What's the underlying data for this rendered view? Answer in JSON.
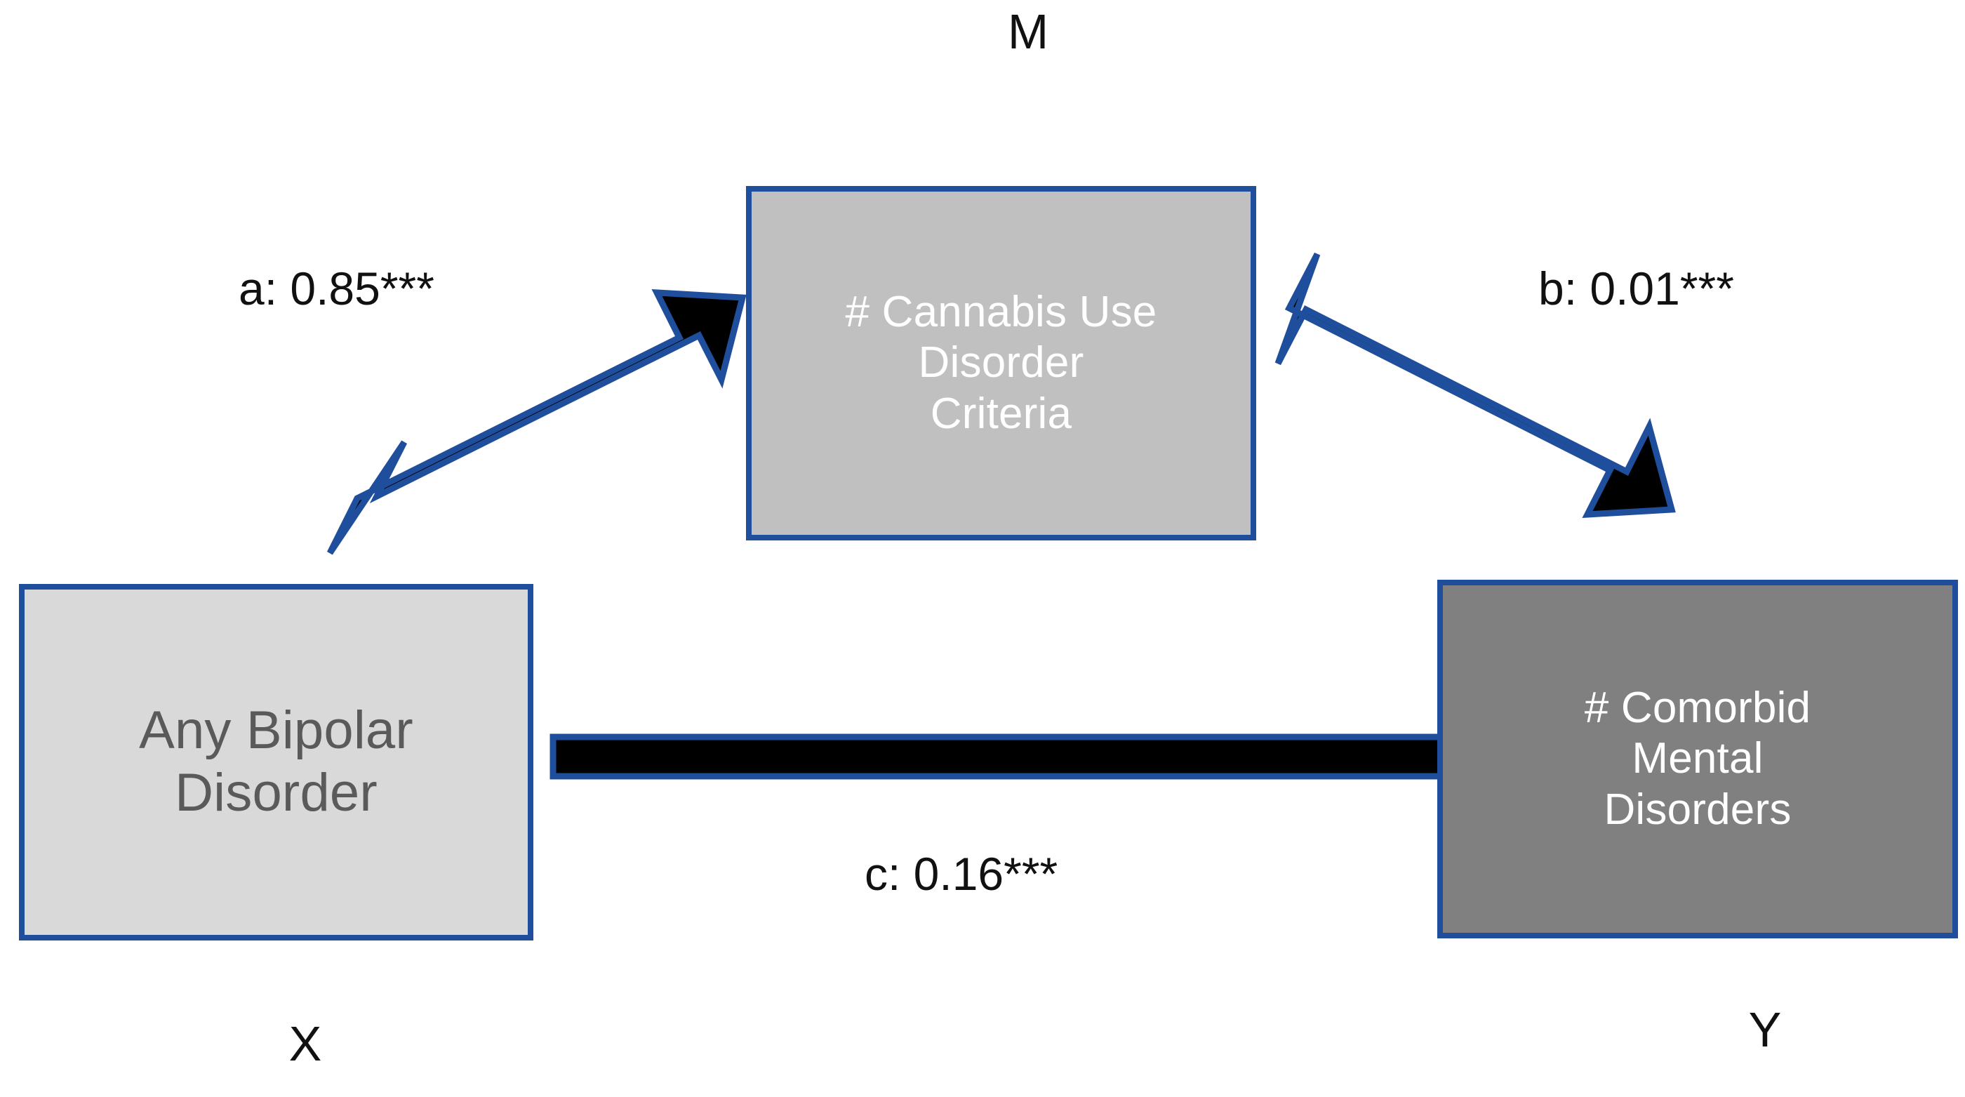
{
  "diagram": {
    "type": "mediation-path-model",
    "background_color": "#ffffff",
    "accent_color": "#1f4e9c",
    "nodes": [
      {
        "id": "x",
        "role_letter": "X",
        "label": "Any Bipolar\nDisorder",
        "fill_color": "#d9d9d9",
        "text_color": "#5a5a5a",
        "border_color": "#1f4e9c"
      },
      {
        "id": "m",
        "role_letter": "M",
        "label": "# Cannabis Use\nDisorder\nCriteria",
        "fill_color": "#c0c0c0",
        "text_color": "#ffffff",
        "border_color": "#1f4e9c"
      },
      {
        "id": "y",
        "role_letter": "Y",
        "label": "# Comorbid\nMental\nDisorders",
        "fill_color": "#808080",
        "text_color": "#ffffff",
        "border_color": "#1f4e9c"
      }
    ],
    "paths": [
      {
        "id": "a",
        "label": "a: 0.85***",
        "coefficient": 0.85,
        "significance": "***",
        "from": "x",
        "to": "m",
        "arrow_fill": "#000000",
        "arrow_outline": "#1f4e9c"
      },
      {
        "id": "b",
        "label": "b: 0.01***",
        "coefficient": 0.01,
        "significance": "***",
        "from": "m",
        "to": "y",
        "arrow_fill": "#000000",
        "arrow_outline": "#1f4e9c"
      },
      {
        "id": "c",
        "label": "c: 0.16***",
        "coefficient": 0.16,
        "significance": "***",
        "from": "x",
        "to": "y",
        "arrow_fill": "#000000",
        "arrow_outline": "#1f4e9c"
      }
    ]
  },
  "chart_data": {
    "type": "diagram",
    "title": "",
    "categories": [
      "a",
      "b",
      "c"
    ],
    "values": [
      0.85,
      0.01,
      0.16
    ],
    "series": [
      {
        "name": "path coefficient",
        "values": [
          0.85,
          0.01,
          0.16
        ]
      }
    ],
    "annotations": [
      "a: 0.85***",
      "b: 0.01***",
      "c: 0.16***",
      "M",
      "X",
      "Y"
    ],
    "node_labels": [
      "Any Bipolar Disorder",
      "# Cannabis Use Disorder Criteria",
      "# Comorbid Mental Disorders"
    ],
    "xlabel": "",
    "ylabel": "",
    "legend": []
  }
}
